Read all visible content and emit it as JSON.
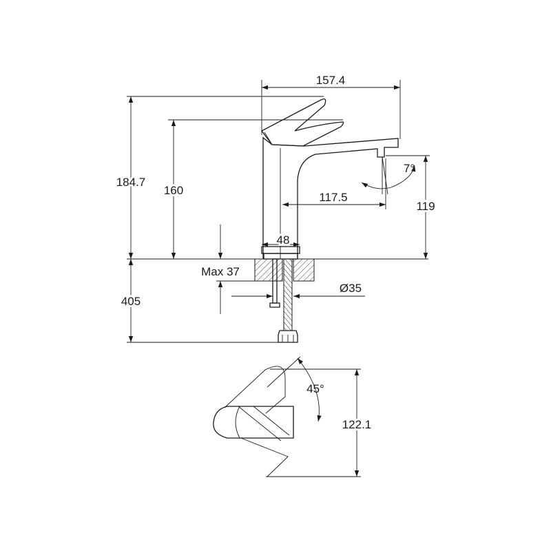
{
  "dimensions": {
    "overall_reach": "157.4",
    "total_height": "184.7",
    "spout_height": "160",
    "spout_reach": "117.5",
    "outlet_height": "119",
    "base_width": "48",
    "max_deck": "Max 37",
    "below_deck": "405",
    "hole_diameter": "Ø35",
    "spout_angle": "7°",
    "handle_rotation": "45°",
    "plan_depth": "122.1"
  }
}
